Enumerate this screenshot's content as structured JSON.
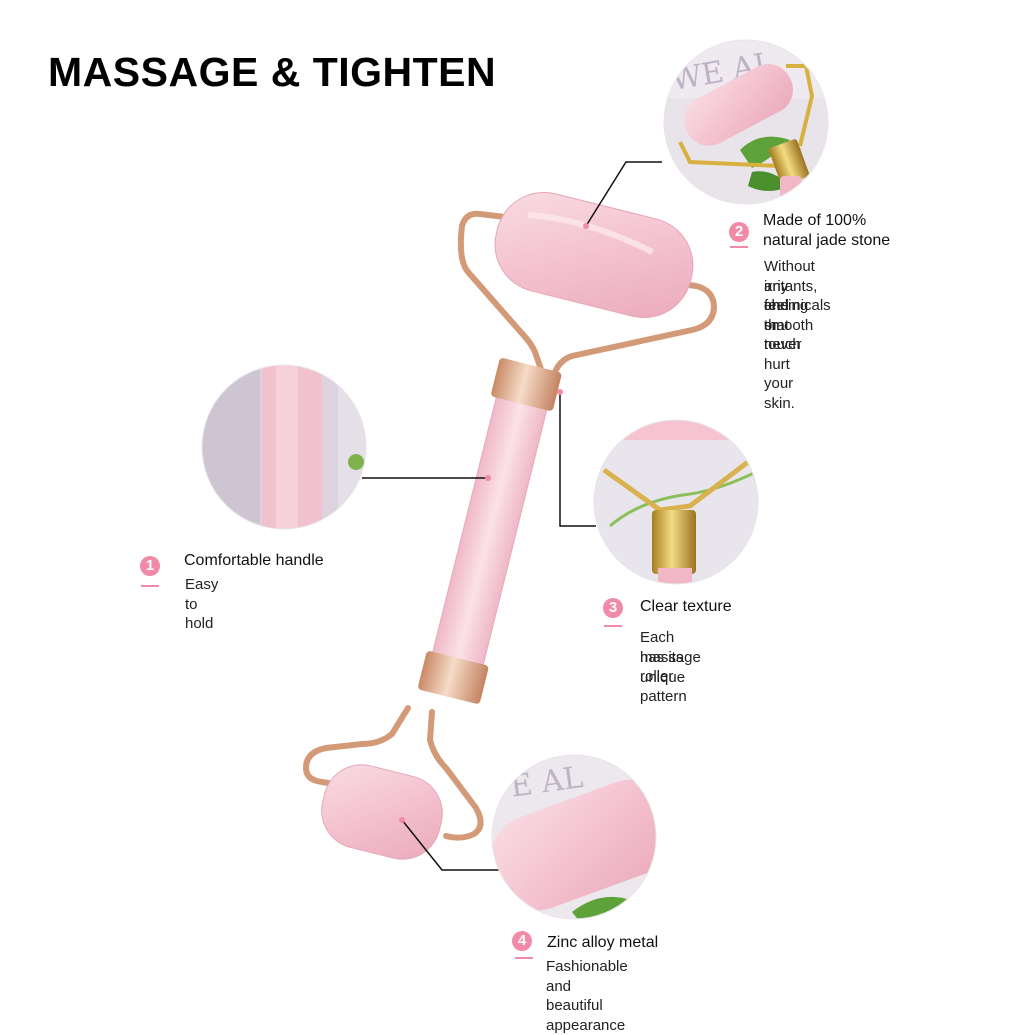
{
  "title": "MASSAGE & TIGHTEN",
  "colors": {
    "accent_pink": "#f08aa6",
    "jade_pink": "#f3c3cf",
    "rose_gold": "#d9a07c",
    "callout_line": "#111111"
  },
  "features": [
    {
      "number": "1",
      "title": "Comfortable handle",
      "description": [
        "Easy to hold"
      ]
    },
    {
      "number": "2",
      "title": [
        "Made of 100%",
        "natural jade stone"
      ],
      "description": [
        "Without any chemicals or",
        "irritants, and smooth touch",
        "feeling that never hurt your skin."
      ]
    },
    {
      "number": "3",
      "title": "Clear texture",
      "description": [
        "Each massage roller",
        "has its unique pattern"
      ]
    },
    {
      "number": "4",
      "title": "Zinc alloy metal",
      "description": [
        "Fashionable and beautiful appearance"
      ]
    }
  ],
  "photo_lettering": {
    "top": "WE AL",
    "bottom": "E AL"
  },
  "icons": {
    "product": "jade-roller-image",
    "detail_handle": "handle-closeup-photo",
    "detail_stone": "stone-closeup-photo",
    "detail_texture": "clasp-closeup-photo",
    "detail_metal": "small-roller-closeup-photo"
  }
}
